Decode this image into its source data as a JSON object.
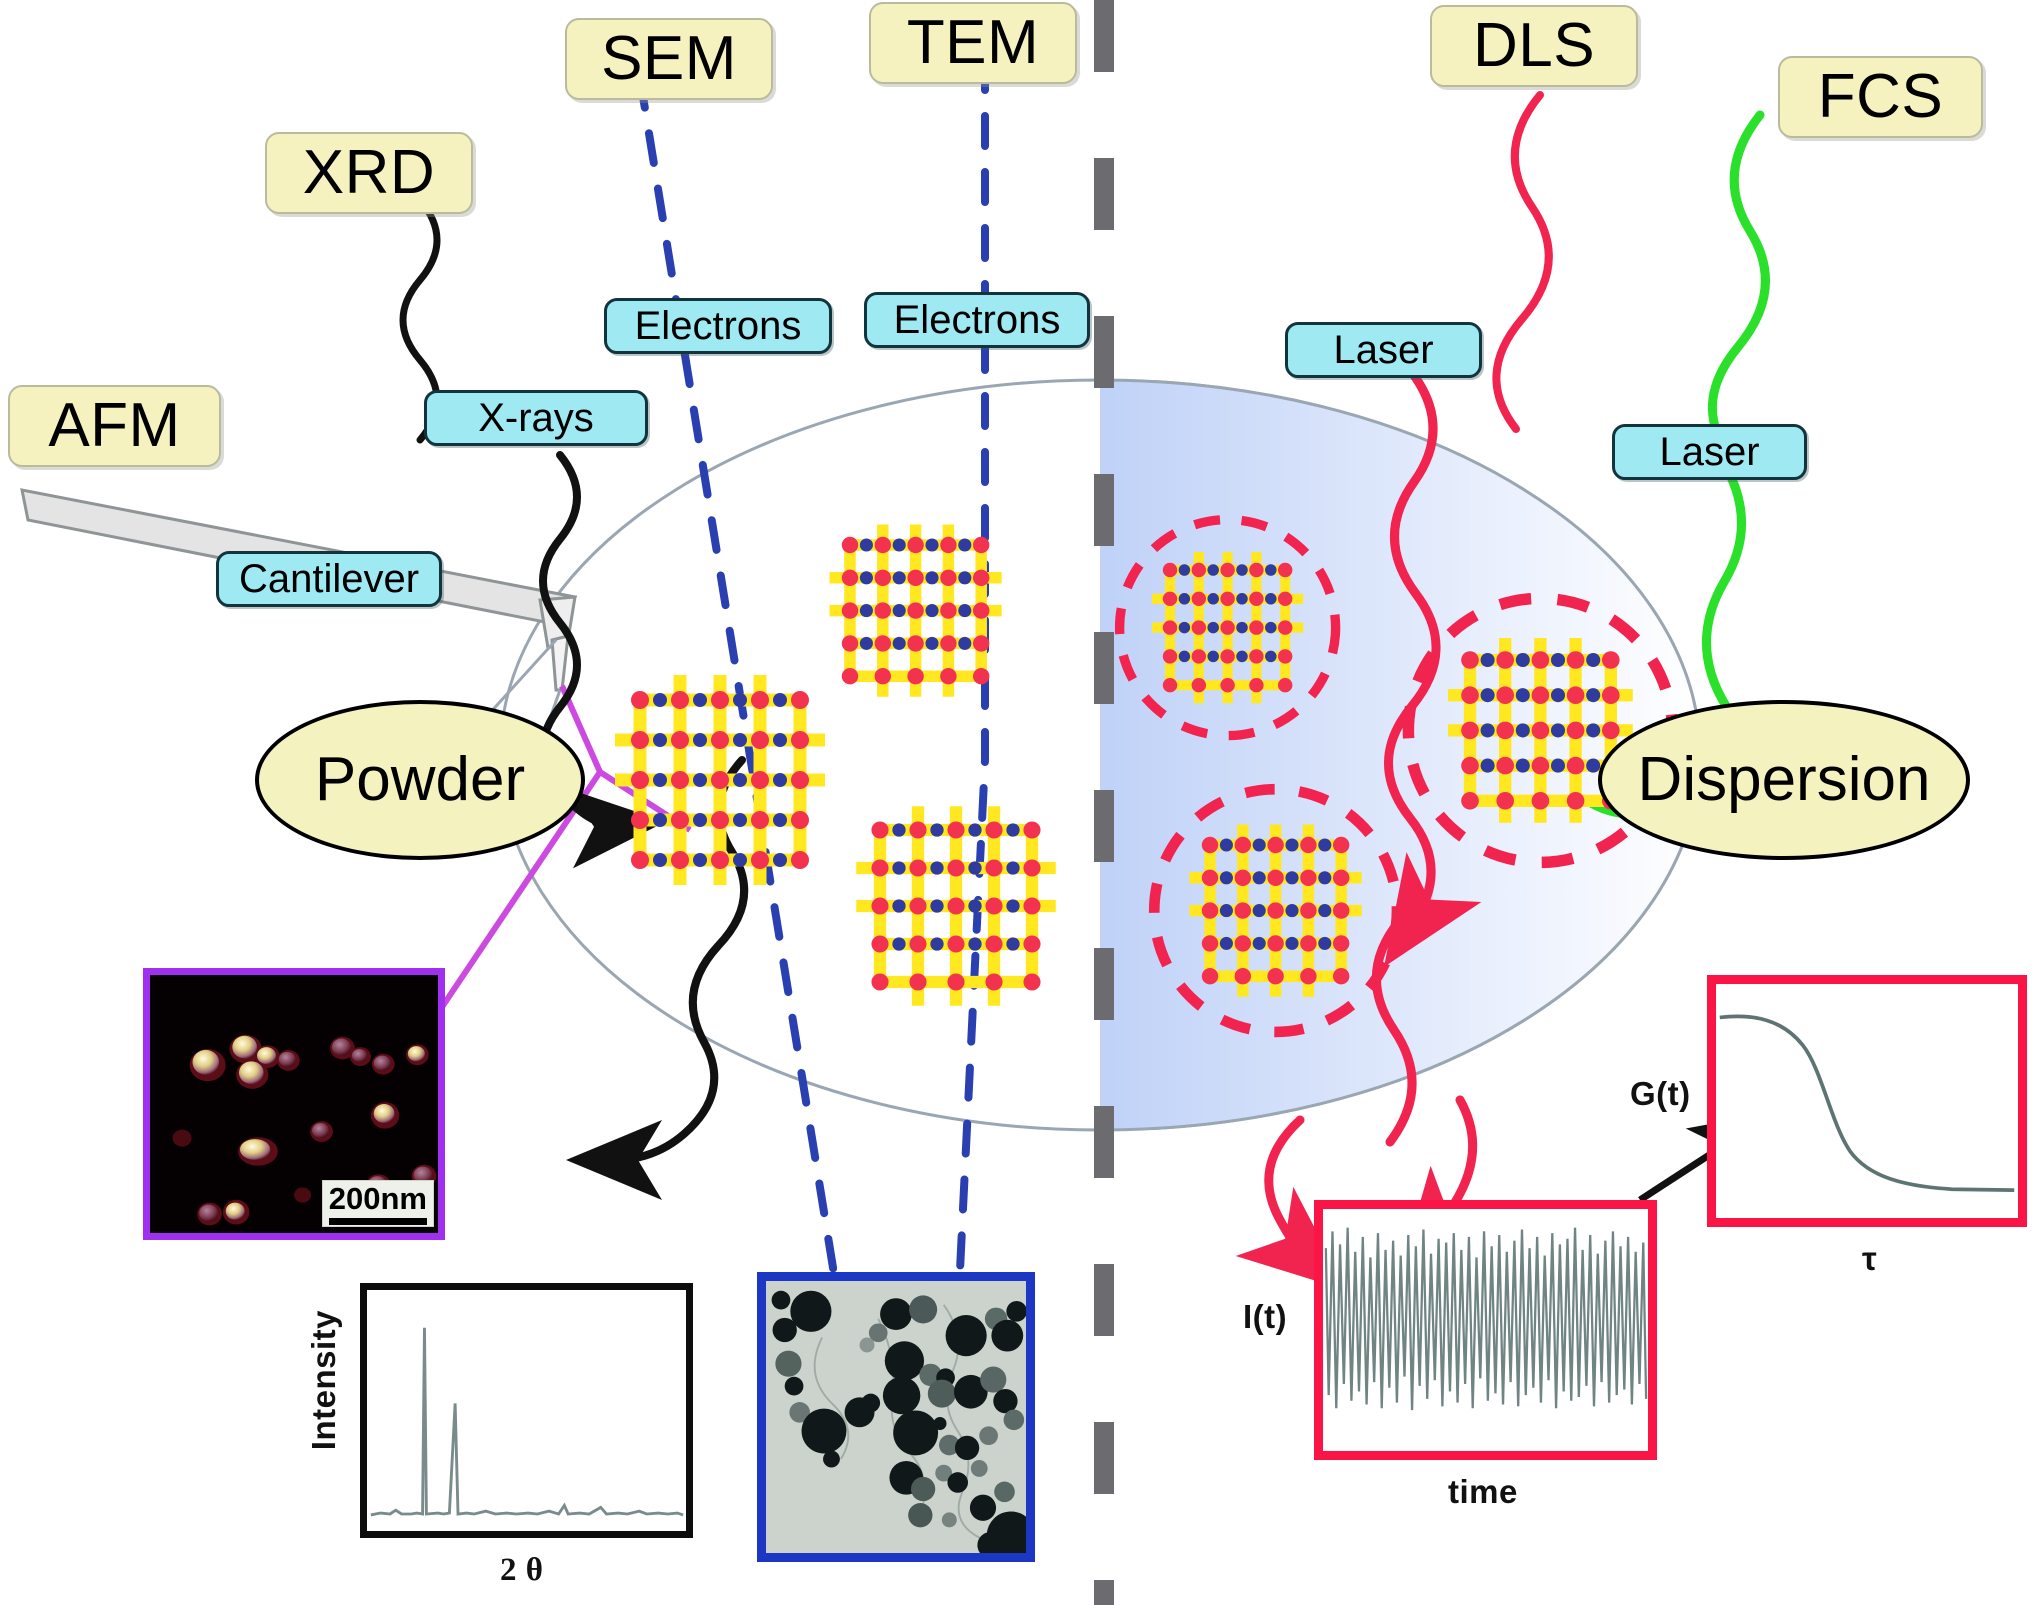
{
  "figure": {
    "title": "Nanoparticle characterization techniques for powder and dispersion states",
    "divider_name": "central-dashed-divider"
  },
  "techniques": [
    {
      "id": "afm",
      "label": "AFM",
      "probe": "Cantilever",
      "probe_color": "#9fe9f2",
      "line_color": "#b7b7b7"
    },
    {
      "id": "xrd",
      "label": "XRD",
      "probe": "X-rays",
      "probe_color": "#9fe9f2",
      "line_color": "#111111"
    },
    {
      "id": "sem",
      "label": "SEM",
      "probe": "Electrons",
      "probe_color": "#9fe9f2",
      "line_color": "#2a3fb0"
    },
    {
      "id": "tem",
      "label": "TEM",
      "probe": "Electrons",
      "probe_color": "#9fe9f2",
      "line_color": "#2a3fb0"
    },
    {
      "id": "dls",
      "label": "DLS",
      "probe": "Laser",
      "probe_color": "#9fe9f2",
      "line_color": "#f0244f"
    },
    {
      "id": "fcs",
      "label": "FCS",
      "probe": "Laser",
      "probe_color": "#9fe9f2",
      "line_color": "#2ae02a"
    }
  ],
  "states": {
    "powder": {
      "label": "Powder",
      "fill": "#f4f2bf"
    },
    "dispersion": {
      "label": "Dispersion",
      "fill": "#f4f2bf"
    }
  },
  "insets": {
    "afm_image": {
      "name": "AFM micrograph",
      "scale_bar": "200nm",
      "border_color": "#a12ff0",
      "background": "#050103"
    },
    "xrd_plot": {
      "name": "XRD diffractogram",
      "ylabel": "Intensity",
      "xlabel": "2 θ",
      "border_color": "#0d0d0d"
    },
    "tem_image": {
      "name": "TEM micrograph",
      "border_color": "#1b37c4",
      "background": "#ccd3cd"
    },
    "dls_trace": {
      "name": "Intensity fluctuation trace",
      "ylabel": "I(t)",
      "xlabel": "time",
      "border_color": "#fb1446"
    },
    "correlation_plot": {
      "name": "Autocorrelation decay",
      "ylabel": "G(t)",
      "xlabel": "τ",
      "border_color": "#fb1446"
    }
  },
  "colors": {
    "tech_label_fill": "#f6f2c0",
    "probe_label_fill": "#9fe9f2",
    "lattice_bond": "#ffe81f",
    "lattice_atom_a": "#f2324f",
    "lattice_atom_b": "#2f3b9e",
    "dispersion_gradient_start": "#6f9eef",
    "dispersion_gradient_end": "#ffffff",
    "dashed_shell": "#f0244f",
    "divider": "#6b6b70"
  },
  "chart_data": [
    {
      "type": "line",
      "name": "xrd_plot",
      "title": "",
      "xlabel": "2 θ",
      "ylabel": "Intensity",
      "grid": false,
      "xlim": [
        0,
        100
      ],
      "ylim": [
        0,
        100
      ],
      "peaks": [
        {
          "x": 14,
          "height": 92
        },
        {
          "x": 22,
          "height": 46
        },
        {
          "x": 8,
          "height": 5
        },
        {
          "x": 33,
          "height": 4
        },
        {
          "x": 45,
          "height": 3
        },
        {
          "x": 58,
          "height": 5
        },
        {
          "x": 66,
          "height": 9
        },
        {
          "x": 74,
          "height": 4
        },
        {
          "x": 85,
          "height": 3
        },
        {
          "x": 93,
          "height": 4
        }
      ],
      "baseline": 3
    },
    {
      "type": "line",
      "name": "dls_intensity_trace",
      "title": "",
      "xlabel": "time",
      "ylabel": "I(t)",
      "grid": false,
      "description": "Rapid random intensity fluctuations about a mean value",
      "ylim": [
        0,
        100
      ],
      "mean": 52,
      "amplitude": 38,
      "n_oscillations": 46
    },
    {
      "type": "line",
      "name": "autocorrelation_decay",
      "title": "",
      "xlabel": "τ",
      "ylabel": "G(t)",
      "grid": false,
      "description": "Sigmoidal decay of the autocorrelation function",
      "x": [
        0,
        10,
        20,
        30,
        40,
        50,
        60,
        70,
        80,
        90,
        100
      ],
      "y": [
        100,
        99,
        96,
        88,
        70,
        45,
        24,
        12,
        6,
        3,
        2
      ],
      "xlim": [
        0,
        100
      ],
      "ylim": [
        0,
        100
      ]
    }
  ]
}
